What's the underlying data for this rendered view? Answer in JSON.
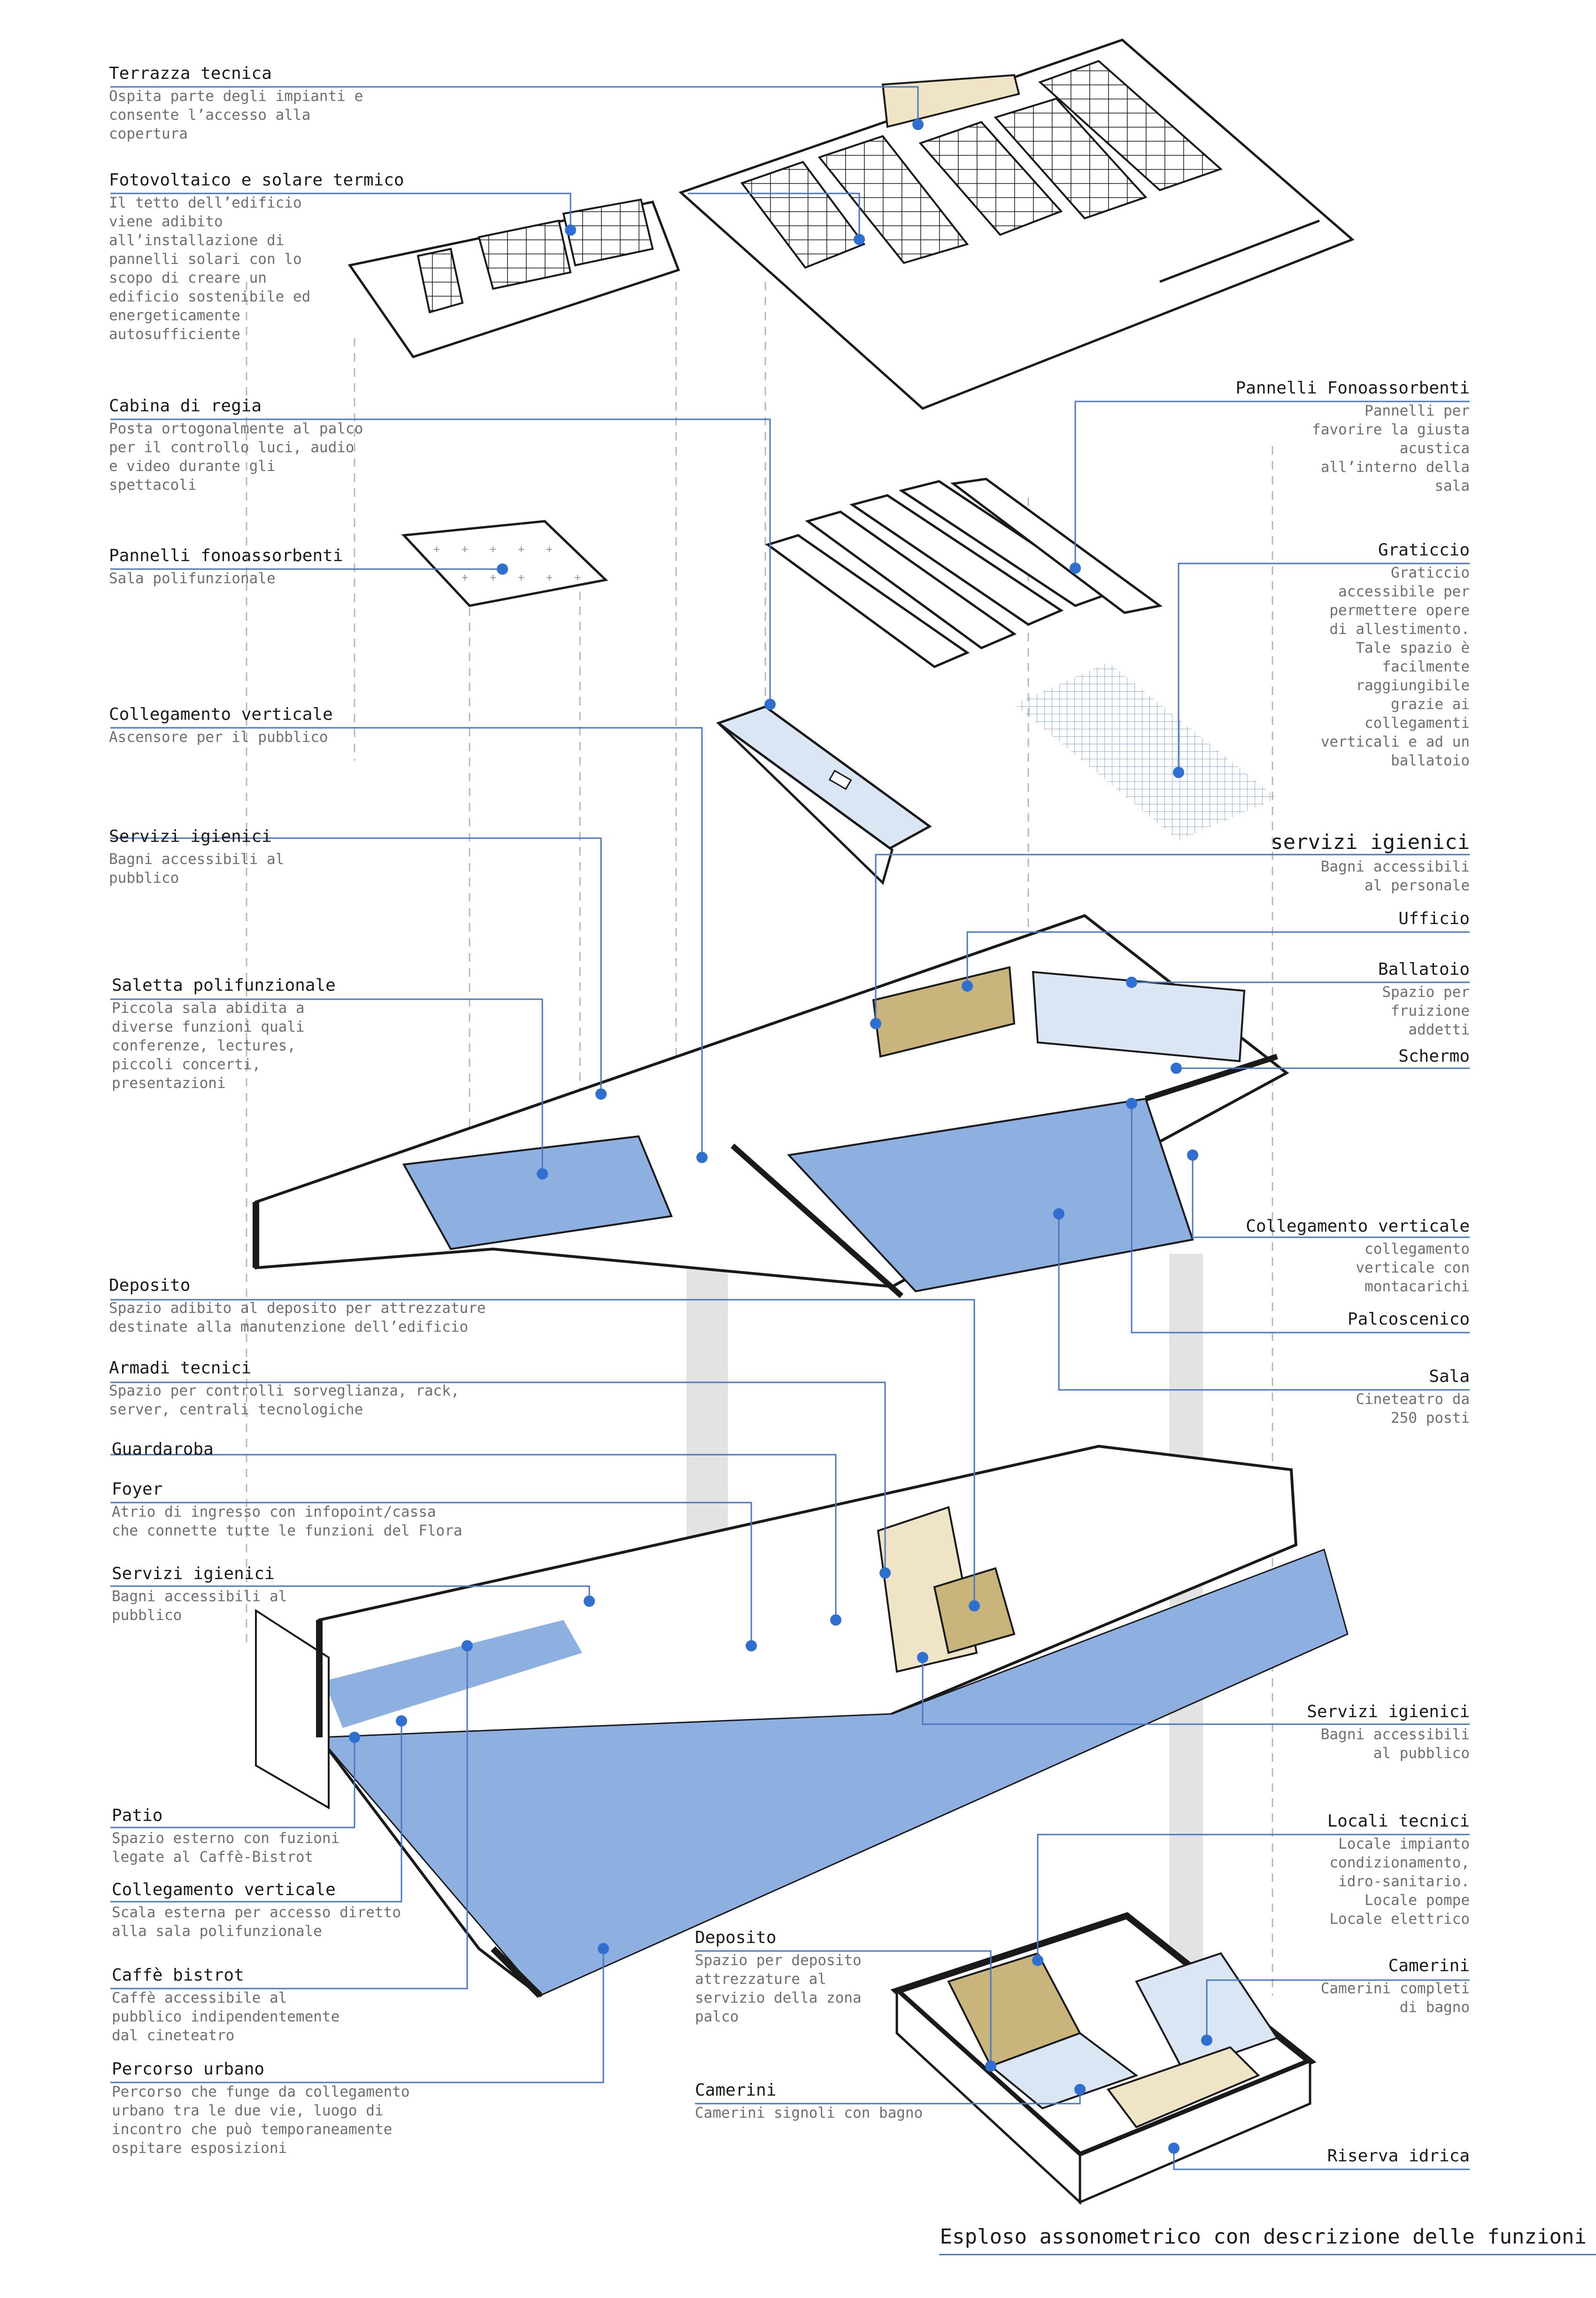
{
  "title": "Esploso assonometrico con descrizione delle funzioni",
  "labels": [
    {
      "title": "Terrazza tecnica",
      "desc": "Ospita parte degli impianti e\nconsente l’accesso alla\ncopertura"
    },
    {
      "title": "Fotovoltaico e solare termico",
      "desc": "Il tetto dell’edificio\nviene adibito\nall’installazione di\npannelli solari con lo\nscopo di creare un\nedificio sostenibile ed\nenergeticamente\nautosufficiente"
    },
    {
      "title": "Cabina di regia",
      "desc": "Posta ortogonalmente al palco\nper il controllo luci, audio\ne video durante gli\nspettacoli"
    },
    {
      "title": "Pannelli fonoassorbenti",
      "desc": "Sala polifunzionale"
    },
    {
      "title": "Collegamento verticale",
      "desc": "Ascensore per il pubblico"
    },
    {
      "title": "Servizi igienici",
      "desc": "Bagni accessibili al\npubblico"
    },
    {
      "title": "Saletta polifunzionale",
      "desc": "Piccola sala abidita a\ndiverse funzioni quali\nconferenze, lectures,\npiccoli concerti,\npresentazioni"
    },
    {
      "title": "Deposito",
      "desc": "Spazio adibito al deposito per attrezzature\ndestinate alla manutenzione dell’edificio"
    },
    {
      "title": "Armadi tecnici",
      "desc": "Spazio per controlli sorveglianza, rack,\nserver, centrali tecnologiche"
    },
    {
      "title": "Guardaroba",
      "desc": ""
    },
    {
      "title": "Foyer",
      "desc": "Atrio di ingresso con infopoint/cassa\nche connette tutte le funzioni del Flora"
    },
    {
      "title": "Servizi igienici",
      "desc": "Bagni accessibili al\npubblico"
    },
    {
      "title": "Patio",
      "desc": "Spazio esterno con fuzioni\nlegate al Caffè-Bistrot"
    },
    {
      "title": "Collegamento verticale",
      "desc": "Scala esterna per accesso diretto\nalla sala polifunzionale"
    },
    {
      "title": "Caffè bistrot",
      "desc": "Caffè accessibile al\npubblico indipendentemente\ndal cineteatro"
    },
    {
      "title": "Percorso urbano",
      "desc": "Percorso che funge da collegamento\nurbano tra le due vie, luogo di\nincontro che può temporaneamente\nospitare esposizioni"
    },
    {
      "title": "Deposito",
      "desc": "Spazio per deposito\nattrezzature al\nservizio della zona\npalco"
    },
    {
      "title": "Camerini",
      "desc": "Camerini signoli con bagno"
    },
    {
      "title": "Pannelli Fonoassorbenti",
      "desc": "Pannelli per\nfavorire la giusta\nacustica\nall’interno della\nsala"
    },
    {
      "title": "Graticcio",
      "desc": "Graticcio\naccessibile per\npermettere opere\ndi allestimento.\nTale spazio è\nfacilmente\nraggiungibile\ngrazie ai\ncollegamenti\nverticali e ad un\nballatoio"
    },
    {
      "title": "servizi igienici",
      "desc": "Bagni accessibili\nal personale"
    },
    {
      "title": "Ufficio",
      "desc": ""
    },
    {
      "title": "Ballatoio",
      "desc": "Spazio per\nfruizione\naddetti"
    },
    {
      "title": "Schermo",
      "desc": ""
    },
    {
      "title": "Collegamento verticale",
      "desc": "collegamento\nverticale con\nmontacarichi"
    },
    {
      "title": "Palcoscenico",
      "desc": ""
    },
    {
      "title": "Sala",
      "desc": "Cineteatro da\n250 posti"
    },
    {
      "title": "Servizi igienici",
      "desc": "Bagni accessibili\nal pubblico"
    },
    {
      "title": "Locali tecnici",
      "desc": "Locale impianto\ncondizionamento,\nidro-sanitario.\nLocale pompe\nLocale elettrico"
    },
    {
      "title": "Camerini",
      "desc": "Camerini completi\ndi bagno"
    },
    {
      "title": "Riserva idrica",
      "desc": ""
    }
  ],
  "colors": {
    "accent": "#2f6fd0",
    "line": "#4a78c0",
    "floor": "#8eb0e0",
    "light": "#dbe6f5",
    "sand": "#c9b47c",
    "sandLight": "#efe4c6"
  }
}
